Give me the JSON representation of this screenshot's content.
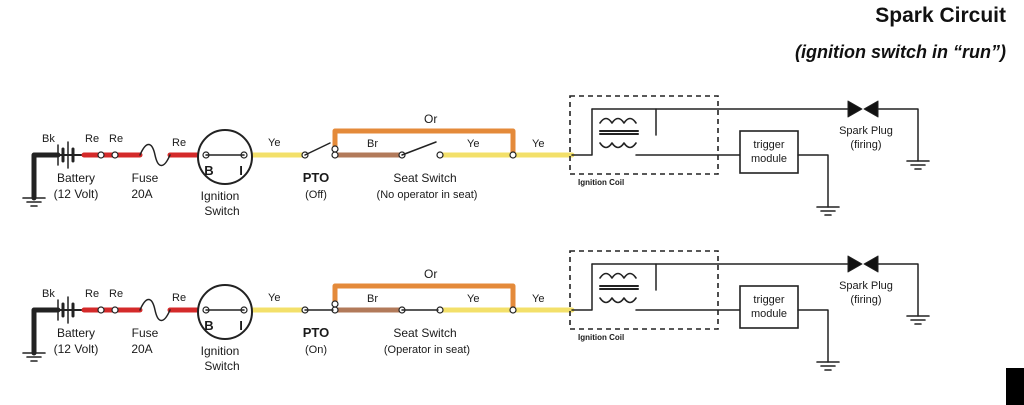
{
  "header": {
    "title": "Spark Circuit",
    "subtitle": "(ignition switch in “run”)"
  },
  "colors": {
    "red": "#d42a2a",
    "yellow": "#f3e06a",
    "orange": "#e48a3a",
    "brown": "#b27a5a",
    "black": "#222222"
  },
  "circuits": [
    {
      "wire_labels": {
        "bk": "Bk",
        "re1": "Re",
        "re2": "Re",
        "re3": "Re",
        "ye1": "Ye",
        "or": "Or",
        "br": "Br",
        "ye2": "Ye",
        "ye3": "Ye"
      },
      "battery": {
        "label": "Battery",
        "voltage": "(12 Volt)"
      },
      "fuse": {
        "label": "Fuse",
        "rating": "20A"
      },
      "ignition_switch": {
        "label_line1": "Ignition",
        "label_line2": "Switch",
        "terminal_b": "B",
        "terminal_i": "I"
      },
      "pto": {
        "label": "PTO",
        "state": "(Off)"
      },
      "seat_switch": {
        "label": "Seat Switch",
        "state": "(No operator in seat)"
      },
      "ignition_coil": {
        "label": "Ignition Coil"
      },
      "trigger_module": {
        "line1": "trigger",
        "line2": "module"
      },
      "spark_plug": {
        "label": "Spark Plug",
        "state": "(firing)"
      }
    },
    {
      "wire_labels": {
        "bk": "Bk",
        "re1": "Re",
        "re2": "Re",
        "re3": "Re",
        "ye1": "Ye",
        "or": "Or",
        "br": "Br",
        "ye2": "Ye",
        "ye3": "Ye"
      },
      "battery": {
        "label": "Battery",
        "voltage": "(12 Volt)"
      },
      "fuse": {
        "label": "Fuse",
        "rating": "20A"
      },
      "ignition_switch": {
        "label_line1": "Ignition",
        "label_line2": "Switch",
        "terminal_b": "B",
        "terminal_i": "I"
      },
      "pto": {
        "label": "PTO",
        "state": "(On)"
      },
      "seat_switch": {
        "label": "Seat Switch",
        "state": "(Operator in seat)"
      },
      "ignition_coil": {
        "label": "Ignition Coil"
      },
      "trigger_module": {
        "line1": "trigger",
        "line2": "module"
      },
      "spark_plug": {
        "label": "Spark Plug",
        "state": "(firing)"
      }
    }
  ]
}
